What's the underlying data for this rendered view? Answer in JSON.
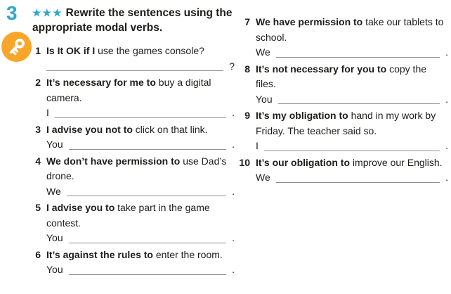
{
  "exercise": {
    "number": "3",
    "stars": "★★★",
    "instruction": "Rewrite the sentences using the appropriate modal verbs.",
    "colors": {
      "accent_cyan": "#2FA6CB",
      "accent_orange": "#F7A62A",
      "blank_line_gray": "#8f8f8f"
    },
    "items": [
      {
        "num": "1",
        "bold": "Is It OK if I",
        "rest": "use the games console?",
        "prefix": "",
        "end": "?"
      },
      {
        "num": "2",
        "bold": "It’s necessary for me to",
        "rest": "buy a digital camera.",
        "prefix": "I",
        "end": "."
      },
      {
        "num": "3",
        "bold": "I advise you not to",
        "rest": "click on that link.",
        "prefix": "You",
        "end": "."
      },
      {
        "num": "4",
        "bold": "We don’t have permission to",
        "rest": "use Dad’s drone.",
        "prefix": "We",
        "end": "."
      },
      {
        "num": "5",
        "bold": "I advise you to",
        "rest": "take part in the game contest.",
        "prefix": "You",
        "end": "."
      },
      {
        "num": "6",
        "bold": "It’s against the rules to",
        "rest": "enter the room.",
        "prefix": "You",
        "end": "."
      },
      {
        "num": "7",
        "bold": "We have permission to",
        "rest": "take our tablets to school.",
        "prefix": "We",
        "end": "."
      },
      {
        "num": "8",
        "bold": "It’s not necessary for you to",
        "rest": "copy the files.",
        "prefix": "You",
        "end": "."
      },
      {
        "num": "9",
        "bold": "It’s my obligation to",
        "rest": "hand in my work by Friday. The teacher said so.",
        "prefix": "I",
        "end": "."
      },
      {
        "num": "10",
        "bold": "It’s our obligation to",
        "rest": "improve our English.",
        "prefix": "We",
        "end": "."
      }
    ]
  }
}
